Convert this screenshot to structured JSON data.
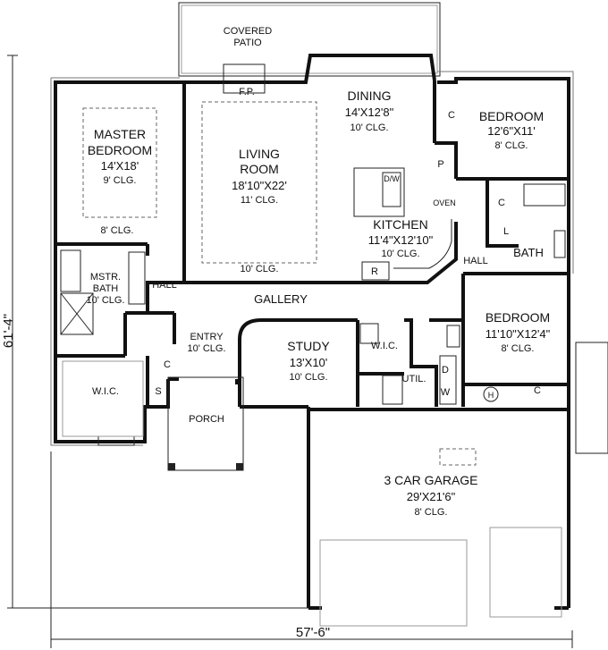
{
  "rooms": {
    "covered_patio": {
      "name_line1": "COVERED",
      "name_line2": "PATIO"
    },
    "fireplace": {
      "name": "F.P."
    },
    "dining": {
      "name": "DINING",
      "size": "14'X12'8\"",
      "ceiling": "10' CLG."
    },
    "living": {
      "name_line1": "LIVING",
      "name_line2": "ROOM",
      "size": "18'10\"X22'",
      "ceiling": "11' CLG.",
      "ceiling_lower": "10' CLG."
    },
    "master_bedroom": {
      "name_line1": "MASTER",
      "name_line2": "BEDROOM",
      "size": "14'X18'",
      "ceiling": "9' CLG.",
      "ceiling_lower": "8' CLG."
    },
    "kitchen": {
      "name": "KITCHEN",
      "size": "11'4\"X12'10\"",
      "ceiling": "10' CLG.",
      "dw": "D/W",
      "oven": "OVEN",
      "fridge": "R",
      "pantry": "P"
    },
    "bedroom_2": {
      "name": "BEDROOM",
      "size": "12'6\"X11'",
      "ceiling": "8' CLG.",
      "closet": "C"
    },
    "bath_2": {
      "name": "BATH",
      "closet": "C",
      "linen": "L"
    },
    "mstr_bath": {
      "name_line1": "MSTR.",
      "name_line2": "BATH",
      "ceiling": "10' CLG."
    },
    "hall_1": {
      "name": "HALL"
    },
    "hall_2": {
      "name": "HALL"
    },
    "gallery": {
      "name": "GALLERY"
    },
    "entry": {
      "name": "ENTRY",
      "ceiling": "10' CLG.",
      "closet": "C",
      "storage": "S"
    },
    "study": {
      "name": "STUDY",
      "size": "13'X10'",
      "ceiling": "10' CLG."
    },
    "wic_study": {
      "name": "W.I.C."
    },
    "utility": {
      "name": "UTIL.",
      "dryer": "D",
      "washer": "W"
    },
    "bedroom_3": {
      "name": "BEDROOM",
      "size": "11'10\"X12'4\"",
      "ceiling": "8' CLG.",
      "closet": "C",
      "water_heater": "H"
    },
    "wic_master": {
      "name": "W.I.C."
    },
    "porch": {
      "name": "PORCH"
    },
    "garage": {
      "name": "3 CAR GARAGE",
      "size": "29'X21'6\"",
      "ceiling": "8' CLG."
    }
  },
  "dimensions": {
    "depth": "61'-4\"",
    "width": "57'-6\""
  }
}
